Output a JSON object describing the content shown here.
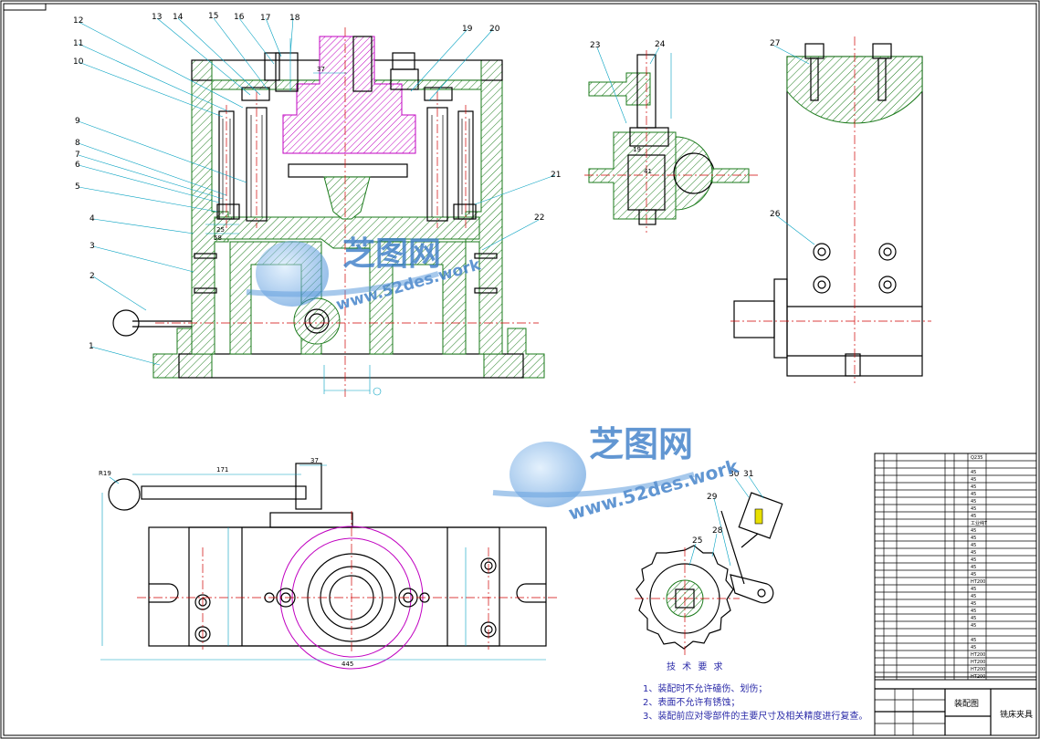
{
  "callouts": {
    "front": [
      "1",
      "2",
      "3",
      "4",
      "5",
      "6",
      "7",
      "8",
      "9",
      "10",
      "11",
      "12",
      "13",
      "14",
      "15",
      "16",
      "17",
      "18",
      "19",
      "20",
      "21",
      "22"
    ],
    "side": [
      "23",
      "24"
    ],
    "right": [
      "27",
      "26"
    ],
    "detail": [
      "30",
      "31",
      "29",
      "28",
      "25"
    ]
  },
  "dims": {
    "d171": "171",
    "d37": "37",
    "dR19": "R19",
    "d25": "25",
    "d58": "58",
    "d19": "19",
    "d41": "41",
    "d37b": "37",
    "d445": "445"
  },
  "watermark": {
    "name": "芝图网",
    "url": "www.52des.work"
  },
  "notes": {
    "title": "技 术 要 求",
    "lines": [
      "1、装配时不允许磕伤、划伤；",
      "2、表面不允许有锈蚀；",
      "3、装配前应对零部件的主要尺寸及相关精度进行复查。"
    ]
  },
  "title_block": {
    "drawing_name": "装配图",
    "product_name": "铣床夹具"
  },
  "bom": {
    "materials": [
      "Q235",
      "",
      "45",
      "45",
      "45",
      "45",
      "45",
      "45",
      "45",
      "工业纯T",
      "45",
      "45",
      "45",
      "45",
      "45",
      "45",
      "45",
      "HT200",
      "45",
      "45",
      "45",
      "45",
      "45",
      "45",
      "",
      "45",
      "45",
      "HT200",
      "HT200",
      "HT200",
      "HT200"
    ]
  },
  "colors": {
    "hatch": "#1a7a1a",
    "magenta": "#c000c0",
    "centerline": "#d00000",
    "dimension": "#00a0c0",
    "notes": "#2a2aa8"
  }
}
